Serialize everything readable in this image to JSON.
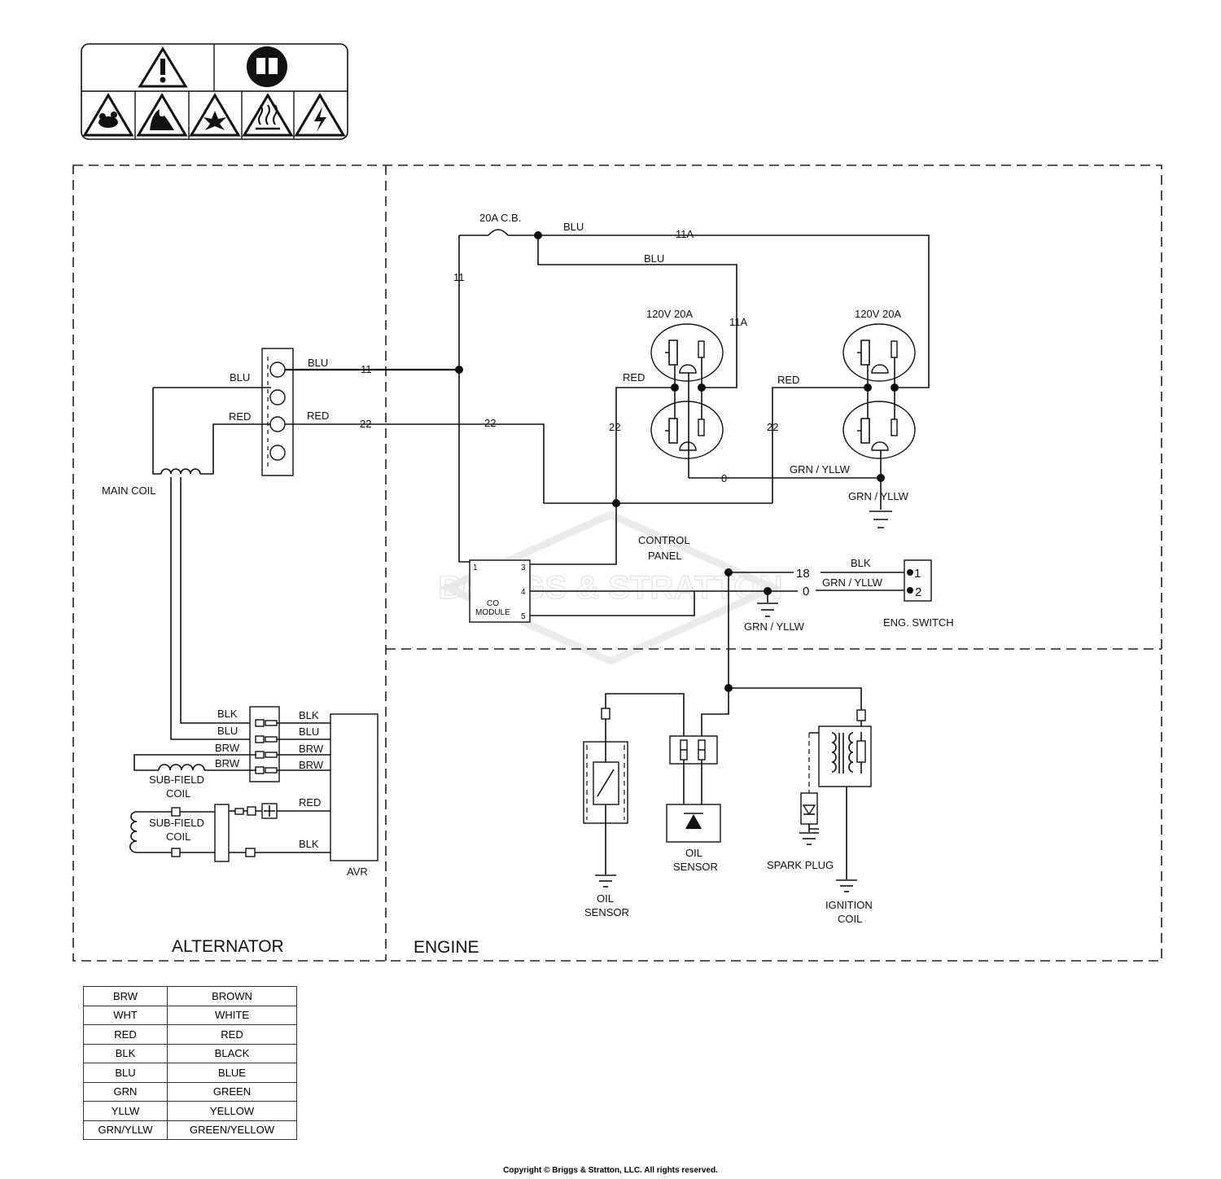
{
  "sections": {
    "alternator": "ALTERNATOR",
    "engine": "ENGINE"
  },
  "watermark": "BRIGGS & STRATTON",
  "labels": {
    "breaker": "20A C.B.",
    "blu_top": "BLU",
    "w11a_top": "11A",
    "blu_mid": "BLU",
    "w11_vert": "11",
    "outlet1_rating": "120V 20A",
    "outlet2_rating": "120V 20A",
    "w11a_mid": "11A",
    "blu_term_left": "BLU",
    "blu_term_right": "BLU",
    "w11_term": "11",
    "red_term_left": "RED",
    "red_term_right": "RED",
    "w22_term": "22",
    "w22_mid": "22",
    "red_outlet1": "RED",
    "red_outlet2": "RED",
    "w22_outlet1": "22",
    "w22_outlet2": "22",
    "w0_outlet": "0",
    "grn_yllw_outlet": "GRN / YLLW",
    "grn_yllw_ground": "GRN / YLLW",
    "main_coil": "MAIN COIL",
    "control_panel_1": "CONTROL",
    "control_panel_2": "PANEL",
    "co_pin1": "1",
    "co_pin3": "3",
    "co_pin4": "4",
    "co_pin5": "5",
    "co_module_1": "CO",
    "co_module_2": "MODULE",
    "w18": "18",
    "w0_switch": "0",
    "blk_switch": "BLK",
    "grn_yllw_switch": "GRN / YLLW",
    "switch_pin1": "1",
    "switch_pin2": "2",
    "eng_switch": "ENG. SWITCH",
    "grn_yllw_panel": "GRN / YLLW",
    "avr_blk_l": "BLK",
    "avr_blk_r": "BLK",
    "avr_blu_l": "BLU",
    "avr_blu_r": "BLU",
    "avr_brw1_l": "BRW",
    "avr_brw1_r": "BRW",
    "avr_brw2_l": "BRW",
    "avr_brw2_r": "BRW",
    "subfield1_1": "SUB-FIELD",
    "subfield1_2": "COIL",
    "subfield2_1": "SUB-FIELD",
    "subfield2_2": "COIL",
    "avr_red": "RED",
    "avr_blk2": "BLK",
    "avr": "AVR",
    "oil_sensor1_1": "OIL",
    "oil_sensor1_2": "SENSOR",
    "oil_sensor2_1": "OIL",
    "oil_sensor2_2": "SENSOR",
    "spark_plug": "SPARK PLUG",
    "ignition_coil_1": "IGNITION",
    "ignition_coil_2": "COIL"
  },
  "wire_legend": [
    {
      "code": "BRW",
      "color": "BROWN"
    },
    {
      "code": "WHT",
      "color": "WHITE"
    },
    {
      "code": "RED",
      "color": "RED"
    },
    {
      "code": "BLK",
      "color": "BLACK"
    },
    {
      "code": "BLU",
      "color": "BLUE"
    },
    {
      "code": "GRN",
      "color": "GREEN"
    },
    {
      "code": "YLLW",
      "color": "YELLOW"
    },
    {
      "code": "GRN/YLLW",
      "color": "GREEN/YELLOW"
    }
  ],
  "warning_icons": [
    "warning-icon",
    "manual-icon",
    "toxic-fumes-icon",
    "fire-icon",
    "explosion-icon",
    "hot-surface-icon",
    "electric-shock-icon"
  ],
  "copyright": "Copyright © Briggs & Stratton, LLC. All rights reserved."
}
